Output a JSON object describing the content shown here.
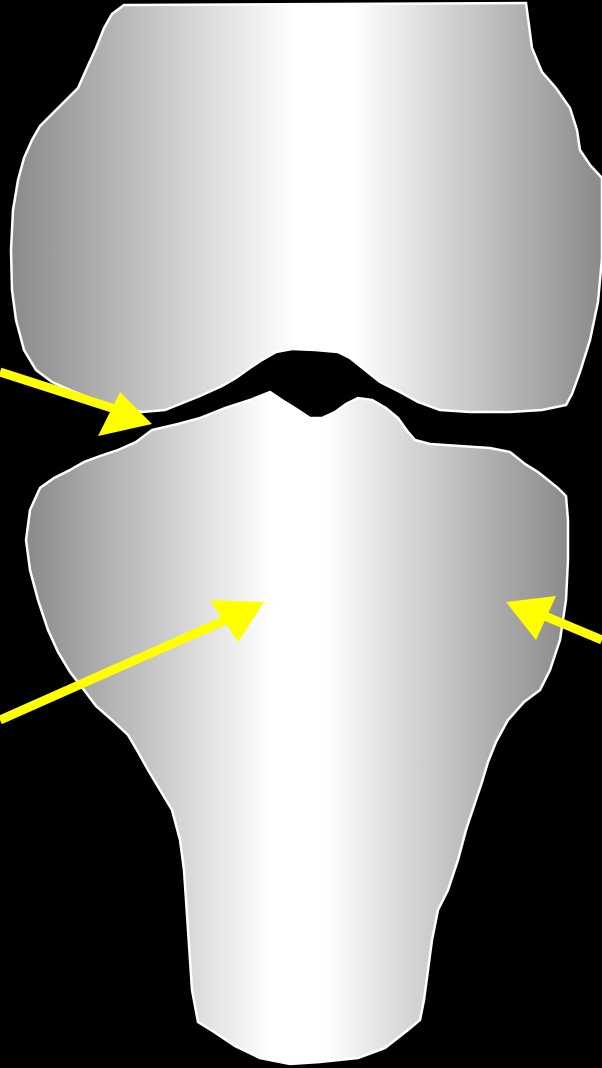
{
  "diagram": {
    "background_color": "#000000",
    "bone_outline_color": "#ffffff",
    "bone_gradient": {
      "edge_color": "#8a8a8a",
      "center_color": "#ffffff"
    },
    "arrow_color": "#ffff00",
    "shapes": [
      {
        "name": "femur"
      },
      {
        "name": "tibia"
      }
    ],
    "arrows": [
      {
        "name": "arrow-joint-space",
        "icon": "arrow-right-down"
      },
      {
        "name": "arrow-tibia-center",
        "icon": "arrow-right-up"
      },
      {
        "name": "arrow-tibia-lateral",
        "icon": "arrow-left-up"
      }
    ]
  }
}
